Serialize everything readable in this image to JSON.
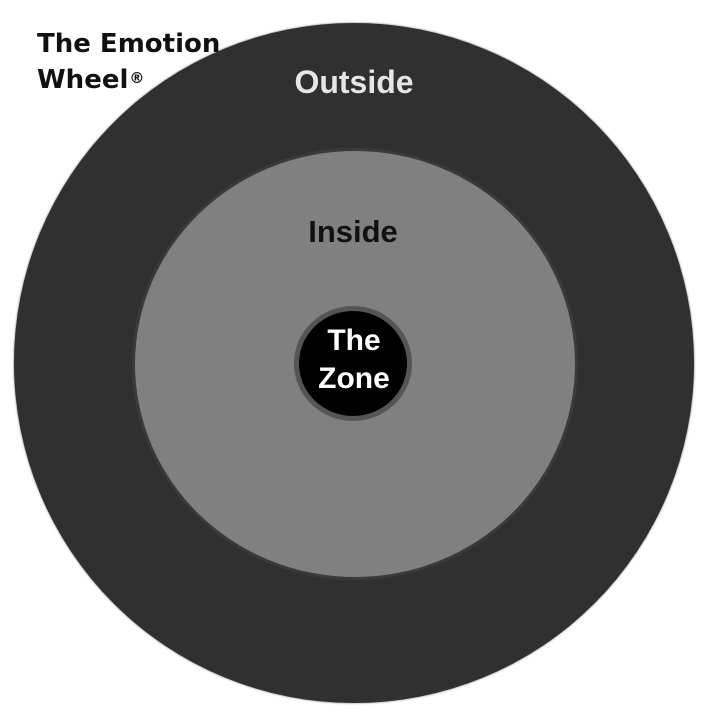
{
  "title": {
    "line1": "The Emotion",
    "line2": "Wheel",
    "mark": "®"
  },
  "rings": {
    "outside": {
      "label": "Outside",
      "color": "#303030"
    },
    "inside": {
      "label": "Inside",
      "color": "#808080"
    },
    "zone": {
      "label_line1": "The",
      "label_line2": "Zone",
      "color": "#000000"
    }
  }
}
